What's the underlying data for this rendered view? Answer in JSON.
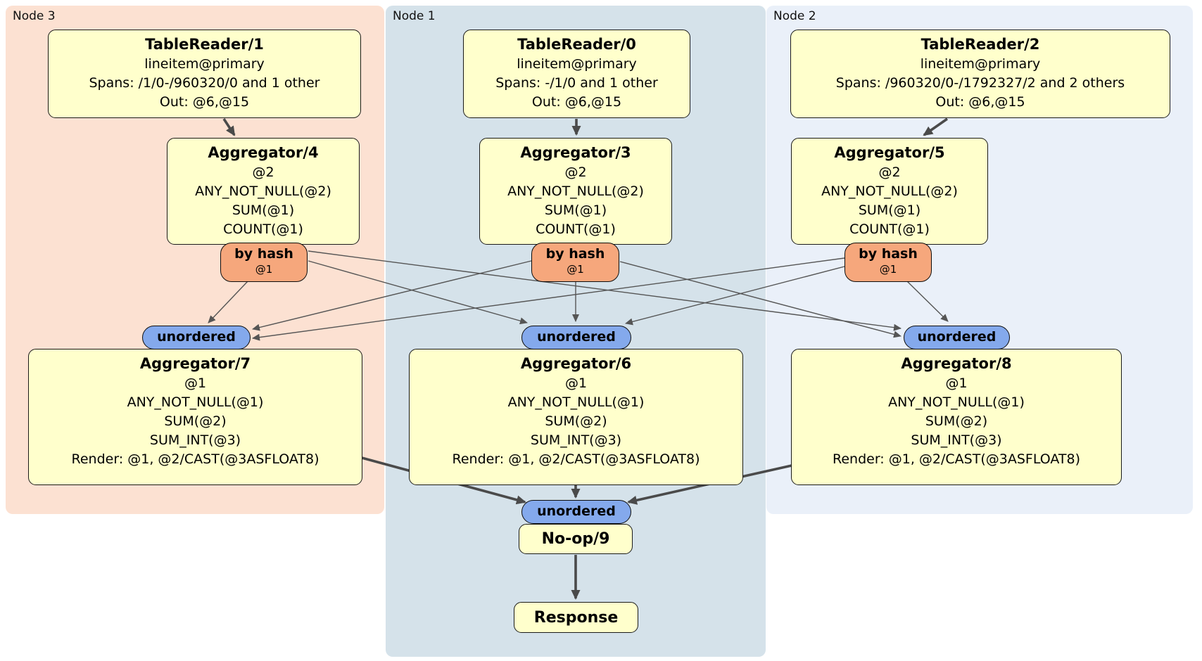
{
  "panels": [
    {
      "label": "Node 3"
    },
    {
      "label": "Node 1"
    },
    {
      "label": "Node 2"
    }
  ],
  "boxes": {
    "tr1": {
      "title": "TableReader/1",
      "lines": [
        "lineitem@primary",
        "Spans: /1/0-/960320/0 and 1 other",
        "Out: @6,@15"
      ]
    },
    "tr0": {
      "title": "TableReader/0",
      "lines": [
        "lineitem@primary",
        "Spans: -/1/0 and 1 other",
        "Out: @6,@15"
      ]
    },
    "tr2": {
      "title": "TableReader/2",
      "lines": [
        "lineitem@primary",
        "Spans: /960320/0-/1792327/2 and 2 others",
        "Out: @6,@15"
      ]
    },
    "agg4": {
      "title": "Aggregator/4",
      "lines": [
        "@2",
        "ANY_NOT_NULL(@2)",
        "SUM(@1)",
        "COUNT(@1)"
      ]
    },
    "agg3": {
      "title": "Aggregator/3",
      "lines": [
        "@2",
        "ANY_NOT_NULL(@2)",
        "SUM(@1)",
        "COUNT(@1)"
      ]
    },
    "agg5": {
      "title": "Aggregator/5",
      "lines": [
        "@2",
        "ANY_NOT_NULL(@2)",
        "SUM(@1)",
        "COUNT(@1)"
      ]
    },
    "agg7": {
      "title": "Aggregator/7",
      "lines": [
        "@1",
        "ANY_NOT_NULL(@1)",
        "SUM(@2)",
        "SUM_INT(@3)",
        "Render: @1, @2/CAST(@3ASFLOAT8)"
      ]
    },
    "agg6": {
      "title": "Aggregator/6",
      "lines": [
        "@1",
        "ANY_NOT_NULL(@1)",
        "SUM(@2)",
        "SUM_INT(@3)",
        "Render: @1, @2/CAST(@3ASFLOAT8)"
      ]
    },
    "agg8": {
      "title": "Aggregator/8",
      "lines": [
        "@1",
        "ANY_NOT_NULL(@1)",
        "SUM(@2)",
        "SUM_INT(@3)",
        "Render: @1, @2/CAST(@3ASFLOAT8)"
      ]
    },
    "noop": {
      "title": "No-op/9"
    },
    "response": {
      "title": "Response"
    }
  },
  "badges": {
    "by_hash_label": "by hash",
    "by_hash_detail": "@1",
    "unordered_label": "unordered"
  },
  "edges": {
    "thick": [
      {
        "from": "tablereader-1",
        "to": "aggregator-4"
      },
      {
        "from": "tablereader-0",
        "to": "aggregator-3"
      },
      {
        "from": "tablereader-2",
        "to": "aggregator-5"
      },
      {
        "from": "aggregator-7",
        "to": "final-unordered"
      },
      {
        "from": "aggregator-6",
        "to": "final-unordered"
      },
      {
        "from": "aggregator-8",
        "to": "final-unordered"
      },
      {
        "from": "no-op-9",
        "to": "response"
      }
    ],
    "thin": [
      {
        "from": "by-hash-node3",
        "to": "unordered-node3"
      },
      {
        "from": "by-hash-node3",
        "to": "unordered-node1"
      },
      {
        "from": "by-hash-node3",
        "to": "unordered-node2"
      },
      {
        "from": "by-hash-node1",
        "to": "unordered-node3"
      },
      {
        "from": "by-hash-node1",
        "to": "unordered-node1"
      },
      {
        "from": "by-hash-node1",
        "to": "unordered-node2"
      },
      {
        "from": "by-hash-node2",
        "to": "unordered-node3"
      },
      {
        "from": "by-hash-node2",
        "to": "unordered-node1"
      },
      {
        "from": "by-hash-node2",
        "to": "unordered-node2"
      }
    ]
  },
  "colors": {
    "node_box_fill": "#ffffcc",
    "panel_node3": "#fce1d2",
    "panel_node1": "#d5e2ea",
    "panel_node2": "#eaf0f9",
    "by_hash_badge": "#f6a77c",
    "unordered_badge": "#84a9ec",
    "thin_edge": "#555555",
    "thick_edge": "#4a4a4a"
  }
}
